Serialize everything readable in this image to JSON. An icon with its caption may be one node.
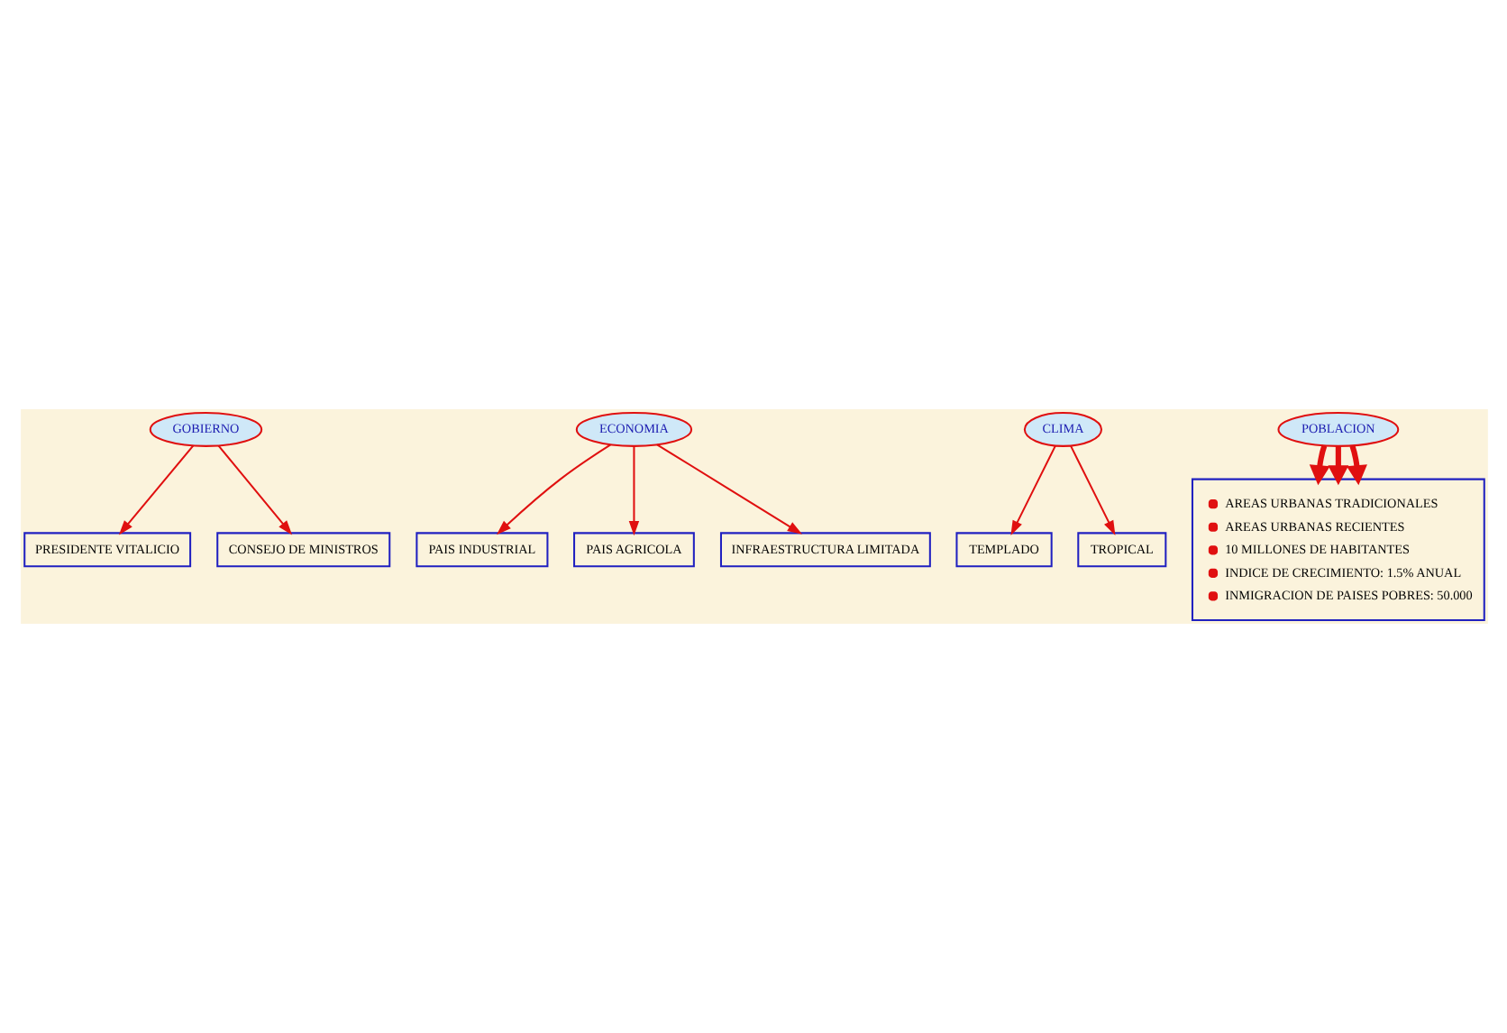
{
  "diagram": {
    "nodes": [
      {
        "text": [
          "GOBIERNO"
        ]
      },
      {
        "text": [
          "PRESIDENTE VITALICIO"
        ]
      },
      {
        "text": [
          "CONSEJO DE MINISTROS"
        ]
      },
      {
        "text": [
          "ECONOMIA"
        ]
      },
      {
        "text": [
          "PAIS INDUSTRIAL"
        ]
      },
      {
        "text": [
          "PAIS AGRICOLA"
        ]
      },
      {
        "text": [
          "INFRAESTRUCTURA LIMITADA"
        ]
      },
      {
        "text": [
          "CLIMA"
        ]
      },
      {
        "text": [
          "TEMPLADO"
        ]
      },
      {
        "text": [
          "TROPICAL"
        ]
      },
      {
        "text": [
          "POBLACION"
        ]
      },
      {
        "text": [
          "AREAS URBANAS TRADICIONALES",
          "AREAS URBANAS RECIENTES",
          "10 MILLONES DE HABITANTES",
          "INDICE DE CRECIMIENTO: 1.5% ANUAL",
          "INMIGRACION DE PAISES POBRES: 50.000"
        ]
      }
    ],
    "edges": [
      {
        "from": 0,
        "to": 1,
        "arrow": "to"
      },
      {
        "from": 0,
        "to": 2,
        "arrow": "to"
      },
      {
        "from": 3,
        "to": 4,
        "arrow": "to"
      },
      {
        "from": 3,
        "to": 6,
        "arrow": "to"
      },
      {
        "from": 3,
        "to": 5,
        "arrow": "to"
      },
      {
        "from": 7,
        "to": 8,
        "arrow": "to"
      },
      {
        "from": 7,
        "to": 9,
        "arrow": "to"
      },
      {
        "from": 10,
        "to": 11,
        "arrow": "to",
        "style": "thick"
      },
      {
        "from": 10,
        "to": 11,
        "arrow": "to",
        "style": "thick"
      },
      {
        "from": 10,
        "to": 11,
        "arrow": "to",
        "style": "thick"
      }
    ]
  }
}
